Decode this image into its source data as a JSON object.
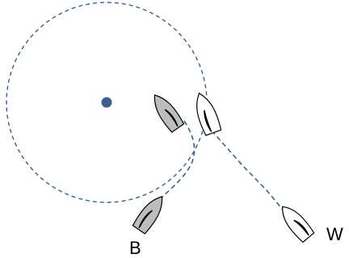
{
  "colors": {
    "track": "#3b5f8a",
    "mark": "#3d5f8f",
    "hull_grey": "#bdbdbd",
    "hull_white": "#ffffff",
    "outline": "#000000"
  },
  "boats": [
    {
      "label": "",
      "fill": "grey",
      "role": "grey-boat-at-mark"
    },
    {
      "label": "",
      "fill": "white",
      "role": "white-boat-at-mark"
    },
    {
      "label": "B",
      "fill": "grey",
      "role": "boat-b"
    },
    {
      "label": "W",
      "fill": "white",
      "role": "boat-w"
    }
  ],
  "icons": {
    "mark": "mark-buoy-icon",
    "zone": "zone-circle",
    "sail": "sail-icon"
  }
}
